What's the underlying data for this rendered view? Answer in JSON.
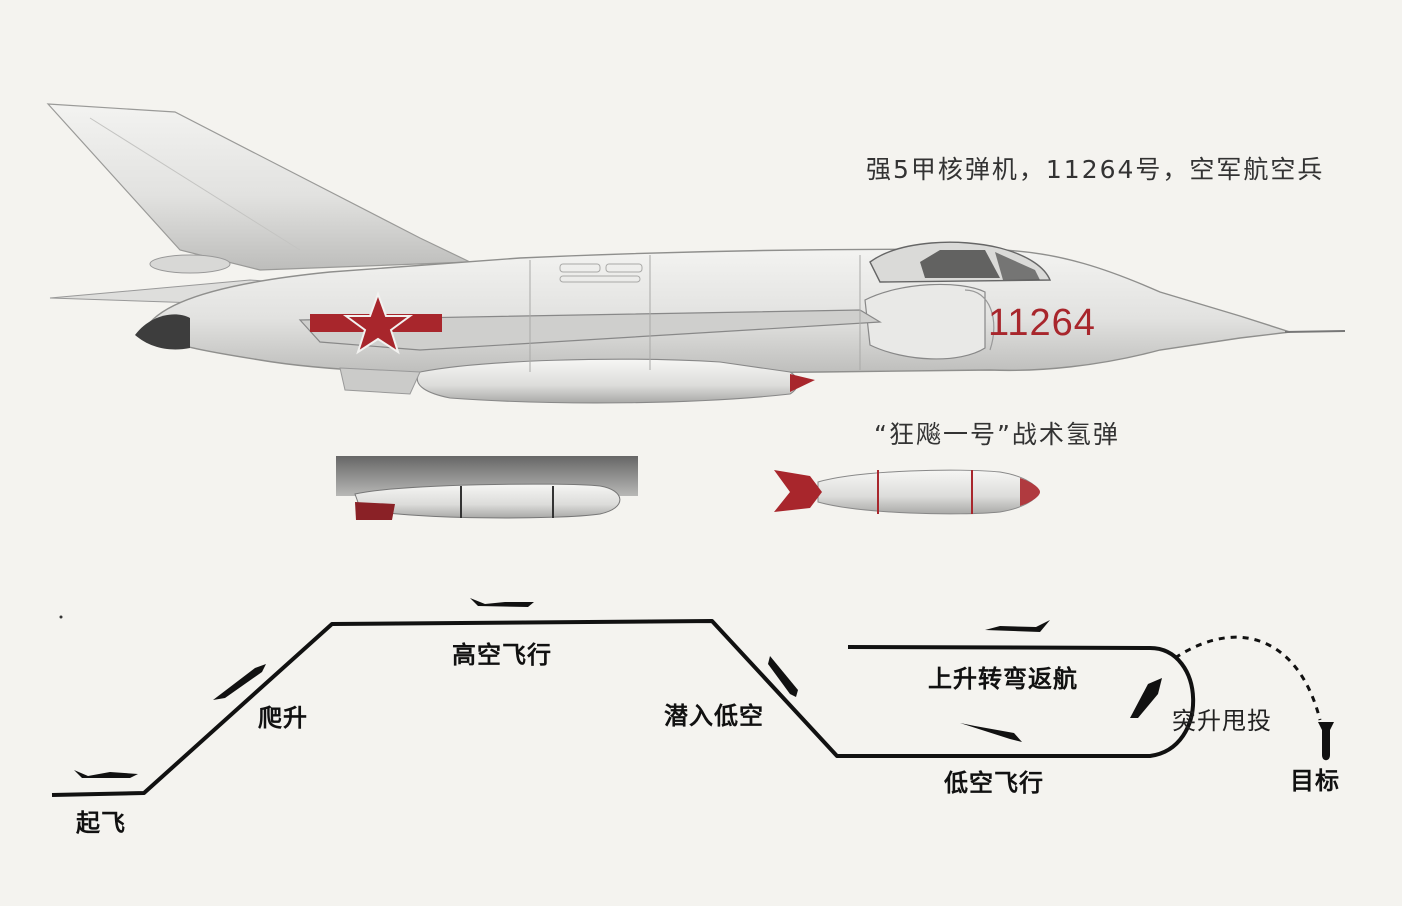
{
  "aircraft": {
    "caption": "强5甲核弹机，11264号，空军航空兵",
    "serial": "11264"
  },
  "bomb": {
    "caption": "“狂飚一号”战术氢弹"
  },
  "profile": {
    "takeoff": "起飞",
    "climb": "爬升",
    "high_alt_flight": "高空飞行",
    "dive_low": "潜入低空",
    "low_alt_flight": "低空飞行",
    "climb_turn_return": "上升转弯返航",
    "pull_up_toss": "突升甩投",
    "target": "目标"
  },
  "colors": {
    "aircraft_body": "#e4e4e2",
    "insignia_red": "#a8262c",
    "line": "#111111",
    "background": "#f4f3ef"
  }
}
